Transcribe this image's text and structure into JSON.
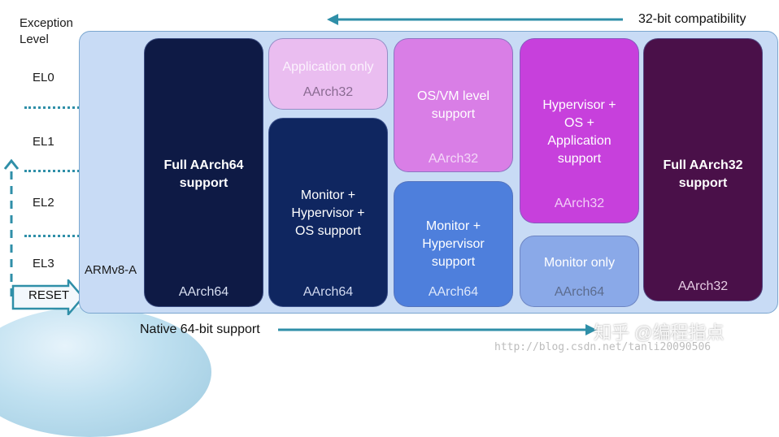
{
  "axis": {
    "title_line1": "Exception",
    "title_line2": "Level",
    "levels": [
      "EL0",
      "EL1",
      "EL2",
      "EL3"
    ],
    "reset": "RESET"
  },
  "top_note": "32-bit compatibility",
  "bottom_note": "Native 64-bit support",
  "platform_label": "ARMv8-A",
  "boxes": {
    "full64": {
      "text": "Full AArch64\nsupport",
      "arch": "AArch64",
      "color": "#0e1a45"
    },
    "app_only": {
      "text": "Application only",
      "arch": "AArch32",
      "color": "#eabdf0"
    },
    "mon_hyp_os": {
      "text": "Monitor +\nHypervisor +\nOS support",
      "arch": "AArch64",
      "color": "#0f2660"
    },
    "osvm": {
      "text": "OS/VM level\nsupport",
      "arch": "AArch32",
      "color": "#d97ee6"
    },
    "mon_hyp": {
      "text": "Monitor +\nHypervisor\nsupport",
      "arch": "AArch64",
      "color": "#4e7fdc"
    },
    "hyp_os_app": {
      "text": "Hypervisor +\nOS +\nApplication\nsupport",
      "arch": "AArch32",
      "color": "#c740dc"
    },
    "mon_only": {
      "text": "Monitor only",
      "arch": "AArch64",
      "color": "#8aa9e8"
    },
    "full32": {
      "text": "Full AArch32\nsupport",
      "arch": "AArch32",
      "color": "#4a1049"
    }
  },
  "watermark": {
    "logo_text": "知乎 @编程指点",
    "url": "http://blog.csdn.net/tanli20090506"
  }
}
